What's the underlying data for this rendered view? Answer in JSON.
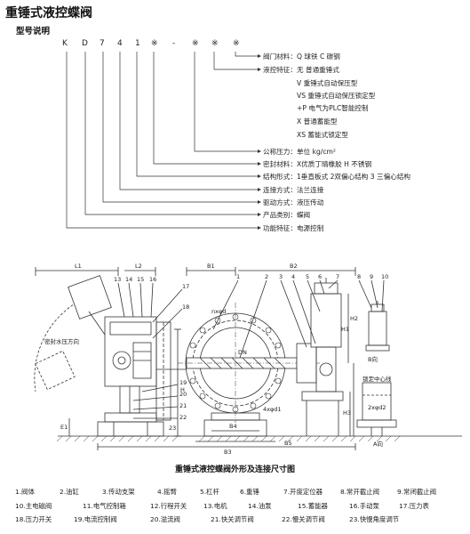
{
  "page": {
    "title": "重锤式液控蝶阀",
    "section_title": "型号说明"
  },
  "model_code": [
    "K",
    "D",
    "7",
    "4",
    "1",
    "※",
    "-",
    "※",
    "※",
    "※"
  ],
  "spec_lines": [
    "阀门材料：Q 球铁  C 碳钢",
    "液控特征：无 普通重锤式",
    "V 重锤式自动保压型",
    "VS 重锤式自动保压锁定型",
    "+P 电气为PLC智能控制",
    "X 普通蓄能型",
    "XS 蓄能式锁定型",
    "公称压力：单位 kg/cm²",
    "密封材料：X优质丁晴橡胶 H 不锈钢",
    "结构形式：1垂直板式  2双偏心结构  3 三偏心结构",
    "连接方式：法兰连接",
    "驱动方式：液压传动",
    "产品类别：蝶阀",
    "功能特征：电源控制"
  ],
  "drawing": {
    "caption": "重锤式液控蝶阀外形及连接尺寸图",
    "dims_top": [
      "L1",
      "L2",
      "B1",
      "B2"
    ],
    "dims_bottom": [
      "B3",
      "B4",
      "B5"
    ],
    "dims_vertical": [
      "H",
      "H1",
      "H2",
      "H3",
      "E1"
    ],
    "side_labels": [
      "nxφd",
      "DN",
      "4xφd1",
      "2xφd2",
      "A向",
      "B向",
      "密封水压方向",
      "锁定中心线"
    ],
    "left_callouts": [
      "13",
      "14",
      "15",
      "16",
      "17",
      "18",
      "19",
      "20",
      "21",
      "22",
      "23"
    ],
    "right_callouts": [
      "1",
      "2",
      "3",
      "4",
      "5",
      "6",
      "7",
      "8",
      "9",
      "10"
    ]
  },
  "parts": [
    "1.阀体",
    "2.油缸",
    "3.传动支架",
    "4.摇臂",
    "5.杠杆",
    "6.重锤",
    "7.开度定位器",
    "8.常开截止阀",
    "9.常闭截止阀",
    "10.主电磁阀",
    "11.电气控制箱",
    "12.行程开关",
    "13.电机",
    "14.油泵",
    "15.蓄能器",
    "16.手动泵",
    "17.压力表",
    "18.压力开关",
    "19.电流控制阀",
    "20.溢流阀",
    "21.快关调节阀",
    "22.慢关调节阀",
    "23.快慢角度调节"
  ]
}
